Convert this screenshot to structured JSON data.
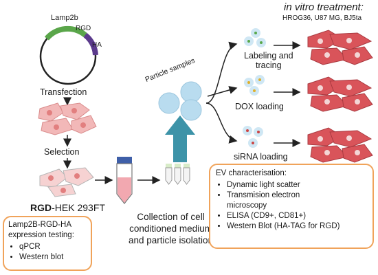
{
  "plasmid": {
    "label_lamp2b": "Lamp2b",
    "label_rgd": "RGD",
    "label_ha": "HA"
  },
  "steps": {
    "transfection": "Transfection",
    "selection": "Selection",
    "cell_line_bold": "RGD",
    "cell_line_rest": "-HEK 293FT",
    "collection_line1": "Collection of cell",
    "collection_line2": "conditioned medium",
    "collection_line3": "and particle isolation",
    "particle_samples": "Particle samples"
  },
  "treatment": {
    "title": "in vitro treatment:",
    "cell_lines": "HROG36, U87 MG, BJ5ta",
    "labeling_line1": "Labeling and",
    "labeling_line2": "tracing",
    "dox": "DOX loading",
    "sirna": "siRNA loading"
  },
  "expression_box": {
    "head_line1": "Lamp2B-RGD-HA",
    "head_line2": "expression testing:",
    "items": [
      "qPCR",
      "Western blot"
    ]
  },
  "ev_box": {
    "head": "EV characterisation:",
    "items": [
      "Dynamic light scatter",
      "Transmision electron",
      "microscopy",
      "ELISA (CD9+, CD81+)",
      "Western Blot (HA-TAG for RGD)"
    ]
  },
  "colors": {
    "plasmid_green": "#5aa64a",
    "plasmid_purple": "#5b3a8c",
    "hek_cell": "#f2b8b8",
    "target_cell": "#d9545a",
    "arrow_teal": "#3d93a8",
    "particle_blue": "#b9dcef",
    "box_border": "#f0a35a"
  }
}
